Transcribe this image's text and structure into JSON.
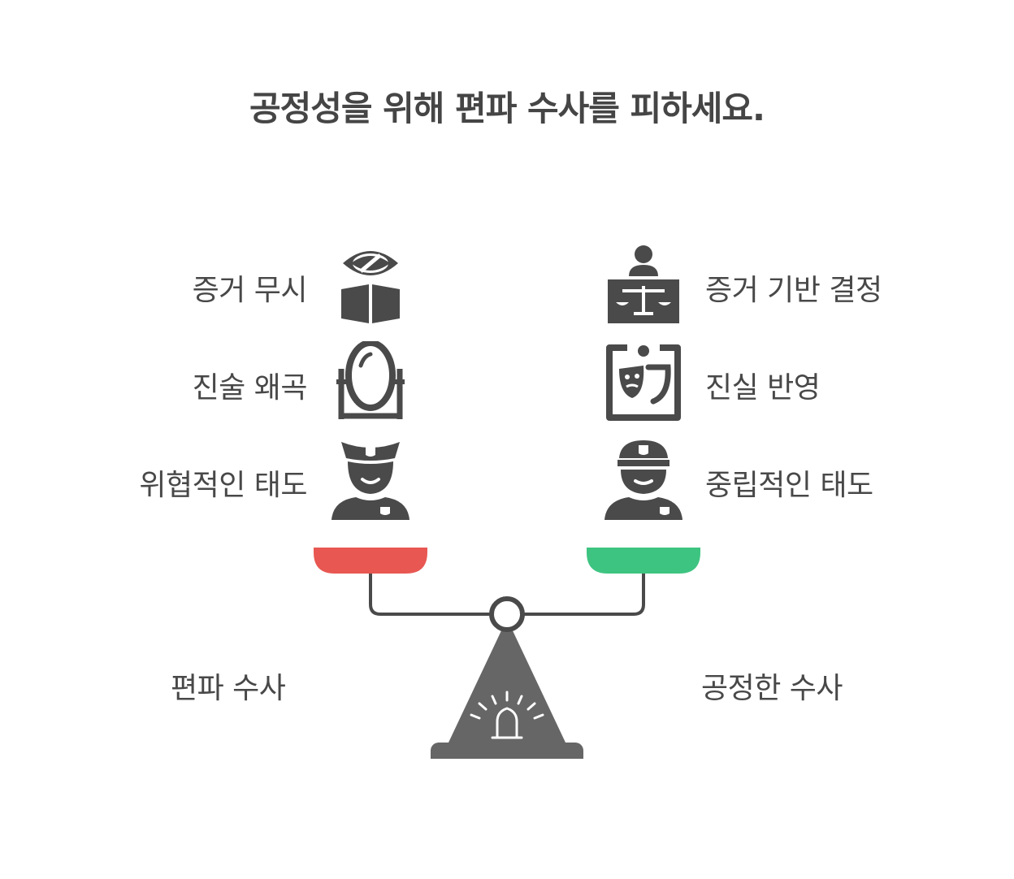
{
  "title": "공정성을 위해 편파 수사를 피하세요.",
  "left": {
    "side_label": "편파 수사",
    "pan_color": "#E85752",
    "items": [
      {
        "label": "증거 무시",
        "icon": "eye-slash-box-icon"
      },
      {
        "label": "진술 왜곡",
        "icon": "distorted-mirror-icon"
      },
      {
        "label": "위협적인 태도",
        "icon": "police-officer-icon"
      }
    ]
  },
  "right": {
    "side_label": "공정한 수사",
    "pan_color": "#3EC481",
    "items": [
      {
        "label": "증거 기반 결정",
        "icon": "judge-scales-icon"
      },
      {
        "label": "진실 반영",
        "icon": "mask-frame-icon"
      },
      {
        "label": "중립적인 태도",
        "icon": "neutral-officer-icon"
      }
    ]
  },
  "colors": {
    "icon": "#4A4A4A",
    "scale_base": "#666666",
    "text": "#484848"
  }
}
